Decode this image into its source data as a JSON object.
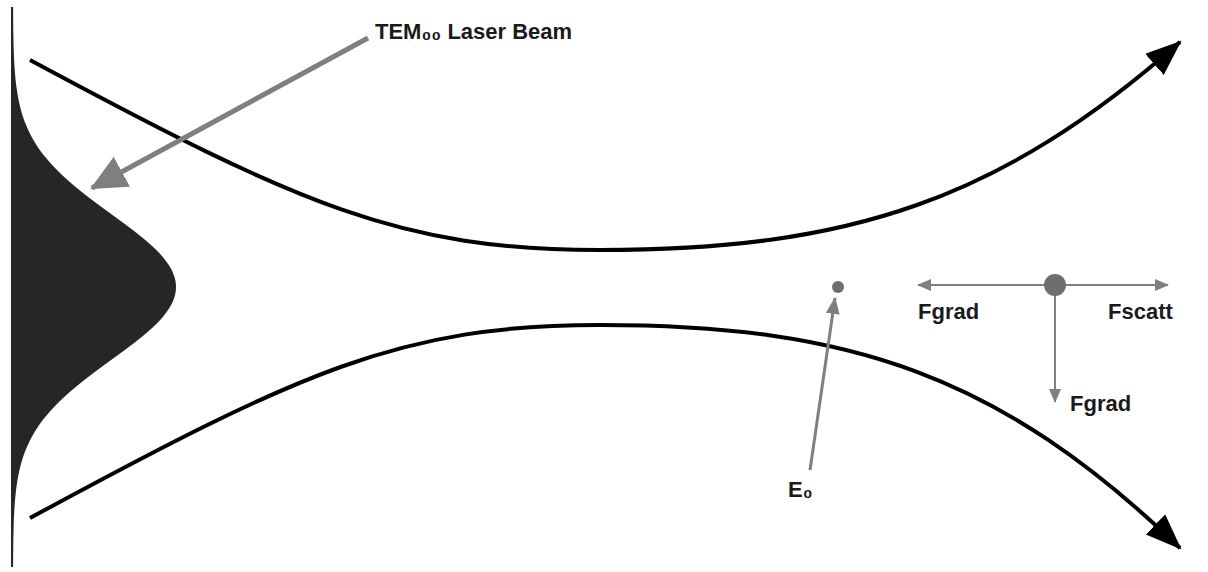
{
  "diagram": {
    "labels": [
      "TEM₀₀ Laser Beam",
      "E₀",
      "Fgrad",
      "Fscatt",
      "Fgrad"
    ]
  }
}
